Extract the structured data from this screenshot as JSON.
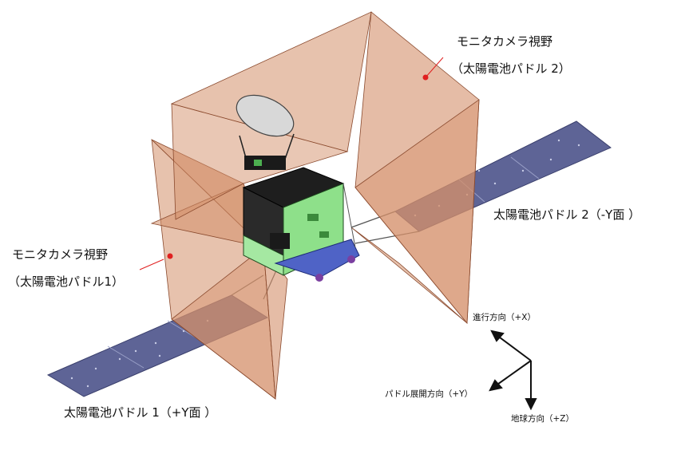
{
  "labels": {
    "monitor_fov_paddle2_line1": "モニタカメラ視野",
    "monitor_fov_paddle2_line2": "（太陽電池パドル 2）",
    "paddle2_label": "太陽電池パドル 2（-Y面 ）",
    "monitor_fov_paddle1_line1": "モニタカメラ視野",
    "monitor_fov_paddle1_line2": "（太陽電池パドル1）",
    "paddle1_label": "太陽電池パドル 1（+Y面 ）"
  },
  "axes": {
    "x_label": "進行方向（+X）",
    "y_label": "パドル展開方向（+Y）",
    "z_label": "地球方向（+Z）"
  },
  "colors": {
    "fov_fill": "#d4906a",
    "fov_stroke": "#8a4a2e",
    "solar_panel": "#5e6496",
    "solar_panel_edge": "#3a3f6c",
    "radiator_green": "#8ee08a",
    "bus_black": "#1a1a1a",
    "pointer_red": "#e02020",
    "axis_arrow": "#111111"
  }
}
